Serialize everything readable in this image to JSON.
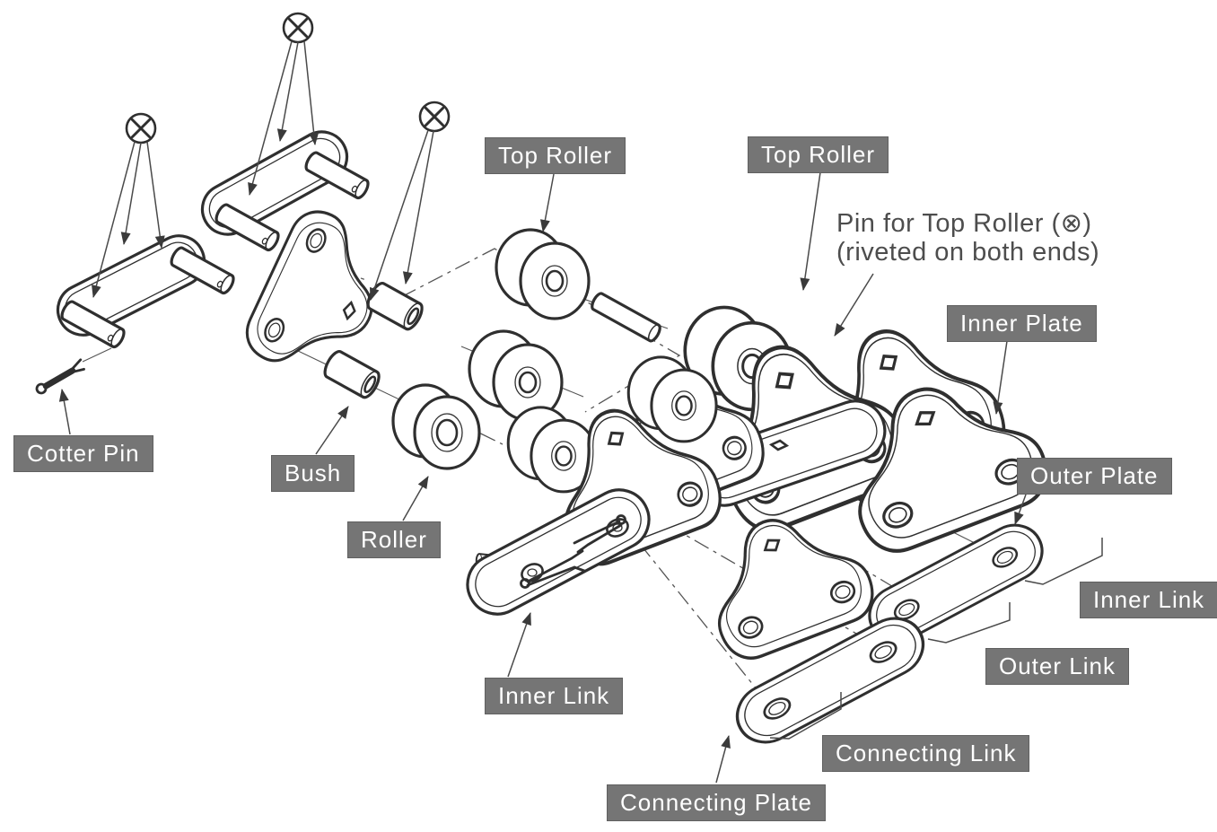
{
  "diagram": {
    "labels": {
      "top_roller_1": "Top Roller",
      "top_roller_2": "Top Roller",
      "inner_plate": "Inner Plate",
      "outer_plate": "Outer Plate",
      "inner_link_right": "Inner Link",
      "outer_link": "Outer Link",
      "connecting_link": "Connecting Link",
      "connecting_plate": "Connecting Plate",
      "inner_link_left": "Inner Link",
      "cotter_pin": "Cotter Pin",
      "bush": "Bush",
      "roller": "Roller"
    },
    "note": {
      "line1": "Pin for Top Roller (⊗)",
      "line2": "(riveted on both ends)"
    },
    "symbols": {
      "riveted_marker": "⊗"
    },
    "colors": {
      "background": "#ffffff",
      "label_background": "#757575",
      "label_text": "#ffffff",
      "line_art": "#2f2f2f",
      "note_text": "#4d4d4d"
    }
  }
}
